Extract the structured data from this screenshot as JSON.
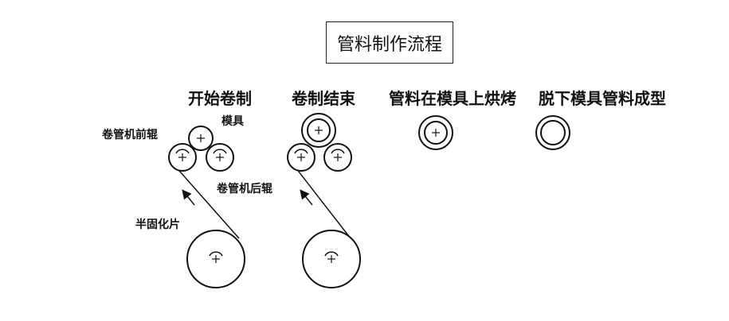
{
  "title": "管料制作流程",
  "stages": {
    "start_rolling": "开始卷制",
    "rolling_end": "卷制结束",
    "baking": "管料在模具上烘烤",
    "demold": "脱下模具管料成型"
  },
  "labels": {
    "front_roller": "卷管机前辊",
    "mold": "模具",
    "rear_roller": "卷管机后辊",
    "prepreg": "半固化片"
  }
}
